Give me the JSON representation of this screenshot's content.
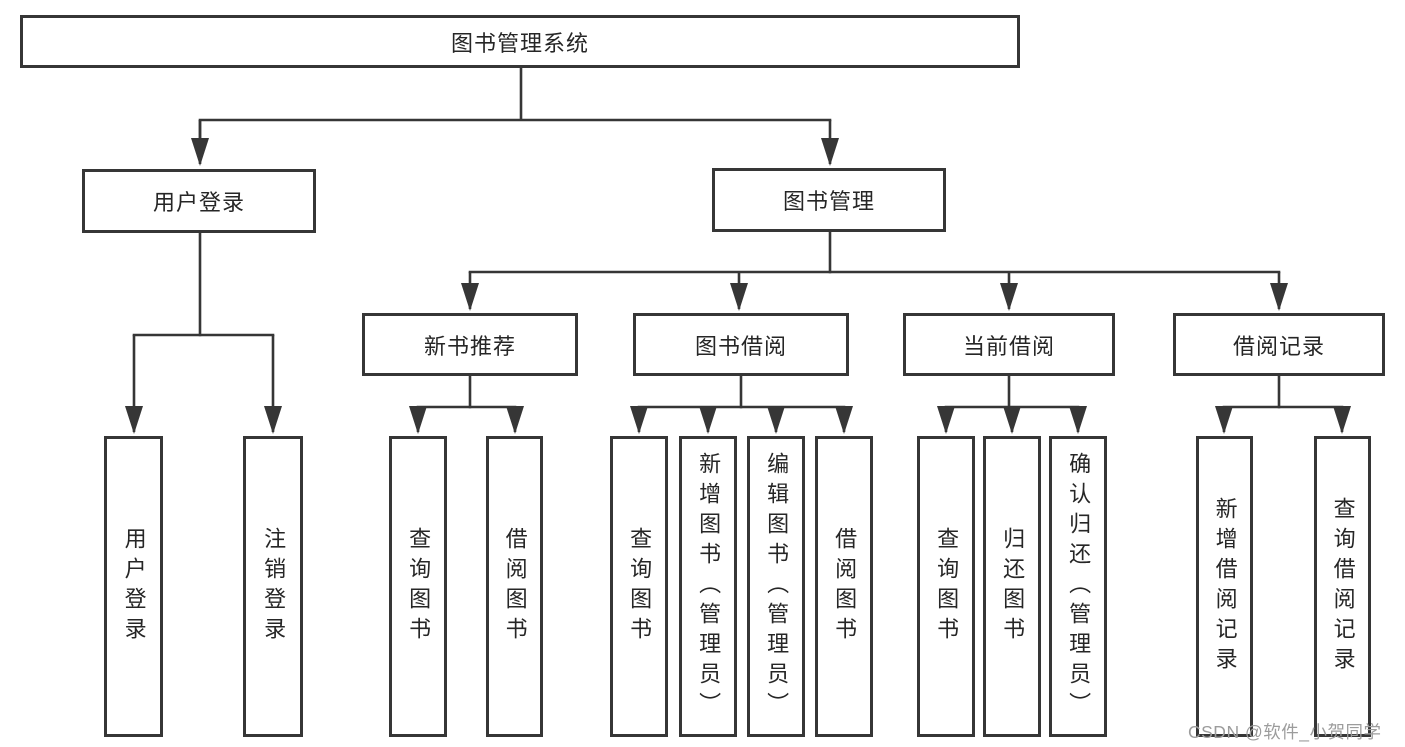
{
  "diagram": {
    "title": "图书管理系统",
    "colors": {
      "line": "#363636",
      "box_border": "#363636",
      "text": "#262626",
      "background": "#ffffff",
      "watermark": "#9c9c9c"
    },
    "nodes": {
      "root": {
        "label": "图书管理系统"
      },
      "branches": [
        {
          "label": "用户登录"
        },
        {
          "label": "图书管理"
        }
      ],
      "level3": [
        {
          "label": "新书推荐",
          "parent": "图书管理"
        },
        {
          "label": "图书借阅",
          "parent": "图书管理"
        },
        {
          "label": "当前借阅",
          "parent": "图书管理"
        },
        {
          "label": "借阅记录",
          "parent": "图书管理"
        }
      ],
      "leaves": [
        {
          "label": "用户登录",
          "parent": "用户登录"
        },
        {
          "label": "注销登录",
          "parent": "用户登录"
        },
        {
          "label": "查询图书",
          "parent": "新书推荐"
        },
        {
          "label": "借阅图书",
          "parent": "新书推荐"
        },
        {
          "label": "查询图书",
          "parent": "图书借阅"
        },
        {
          "label": "新增图书（管理员）",
          "parent": "图书借阅"
        },
        {
          "label": "编辑图书（管理员）",
          "parent": "图书借阅"
        },
        {
          "label": "借阅图书",
          "parent": "图书借阅"
        },
        {
          "label": "查询图书",
          "parent": "当前借阅"
        },
        {
          "label": "归还图书",
          "parent": "当前借阅"
        },
        {
          "label": "确认归还（管理员）",
          "parent": "当前借阅"
        },
        {
          "label": "新增借阅记录",
          "parent": "借阅记录"
        },
        {
          "label": "查询借阅记录",
          "parent": "借阅记录"
        }
      ]
    },
    "watermark": "CSDN @软件_小贺同学"
  }
}
